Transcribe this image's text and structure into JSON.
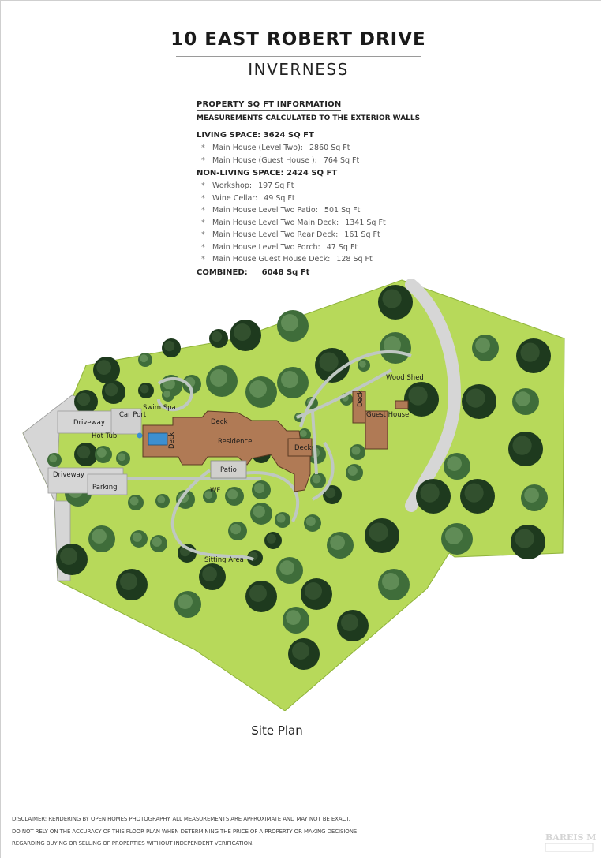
{
  "header": {
    "title": "10 EAST ROBERT DRIVE",
    "subtitle": "INVERNESS"
  },
  "info": {
    "heading": "PROPERTY SQ FT INFORMATION",
    "subheading": "MEASUREMENTS CALCULATED TO THE EXTERIOR WALLS",
    "living": {
      "title": "LIVING SPACE: 3624 SQ FT",
      "items": [
        {
          "label": "Main House (Level Two):",
          "value": "2860 Sq Ft"
        },
        {
          "label": "Main House (Guest House ):",
          "value": "764 Sq Ft"
        }
      ]
    },
    "nonliving": {
      "title": "NON-LIVING SPACE: 2424 SQ FT",
      "items": [
        {
          "label": "Workshop:",
          "value": "197 Sq Ft"
        },
        {
          "label": "Wine Cellar:",
          "value": "49 Sq Ft"
        },
        {
          "label": "Main House Level Two Patio:",
          "value": "501 Sq Ft"
        },
        {
          "label": "Main House Level Two Main Deck:",
          "value": "1341 Sq Ft"
        },
        {
          "label": "Main House Level Two Rear Deck:",
          "value": "161 Sq Ft"
        },
        {
          "label": "Main House Level Two Porch:",
          "value": "47 Sq Ft"
        },
        {
          "label": "Main House Guest House Deck:",
          "value": "128 Sq Ft"
        }
      ]
    },
    "combined": {
      "label": "COMBINED:",
      "value": "6048 Sq Ft"
    }
  },
  "site_plan": {
    "labels": {
      "driveway_top": "Driveway",
      "car_port": "Car Port",
      "swim_spa": "Swim Spa",
      "hot_tub": "Hot Tub",
      "deck_main": "Deck",
      "deck_vertical": "Deck",
      "residence": "Residence",
      "deck_small": "Deck",
      "patio": "Patio",
      "wf": "WF",
      "driveway_bottom": "Driveway",
      "parking": "Parking",
      "sitting_area": "Sitting Area",
      "deck_guest": "Deck",
      "guest_house": "Guest House",
      "wood_shed": "Wood Shed"
    },
    "caption": "Site Plan",
    "colors": {
      "lawn": "#b7d95a",
      "lawn_edge": "#8fb33a",
      "tree_dark": "#1e3a1e",
      "tree_mid": "#3f6d3a",
      "building": "#b07a55",
      "building_edge": "#5a3a22",
      "driveway": "#d6d6d6",
      "path": "#bfc7c2",
      "water": "#3d8fd0"
    }
  },
  "disclaimer": [
    "DISCLAIMER: RENDERING BY OPEN HOMES PHOTOGRAPHY. ALL MEASUREMENTS ARE APPROXIMATE AND MAY NOT BE EXACT.",
    "DO NOT RELY ON THE ACCURACY OF THIS FLOOR PLAN WHEN DETERMINING THE PRICE OF A PROPERTY OR MAKING DECISIONS",
    "REGARDING BUYING OR SELLING OF PROPERTIES WITHOUT INDEPENDENT VERIFICATION."
  ],
  "watermark": {
    "text": "BAREIS MLS",
    "icon": "mls-logo"
  }
}
